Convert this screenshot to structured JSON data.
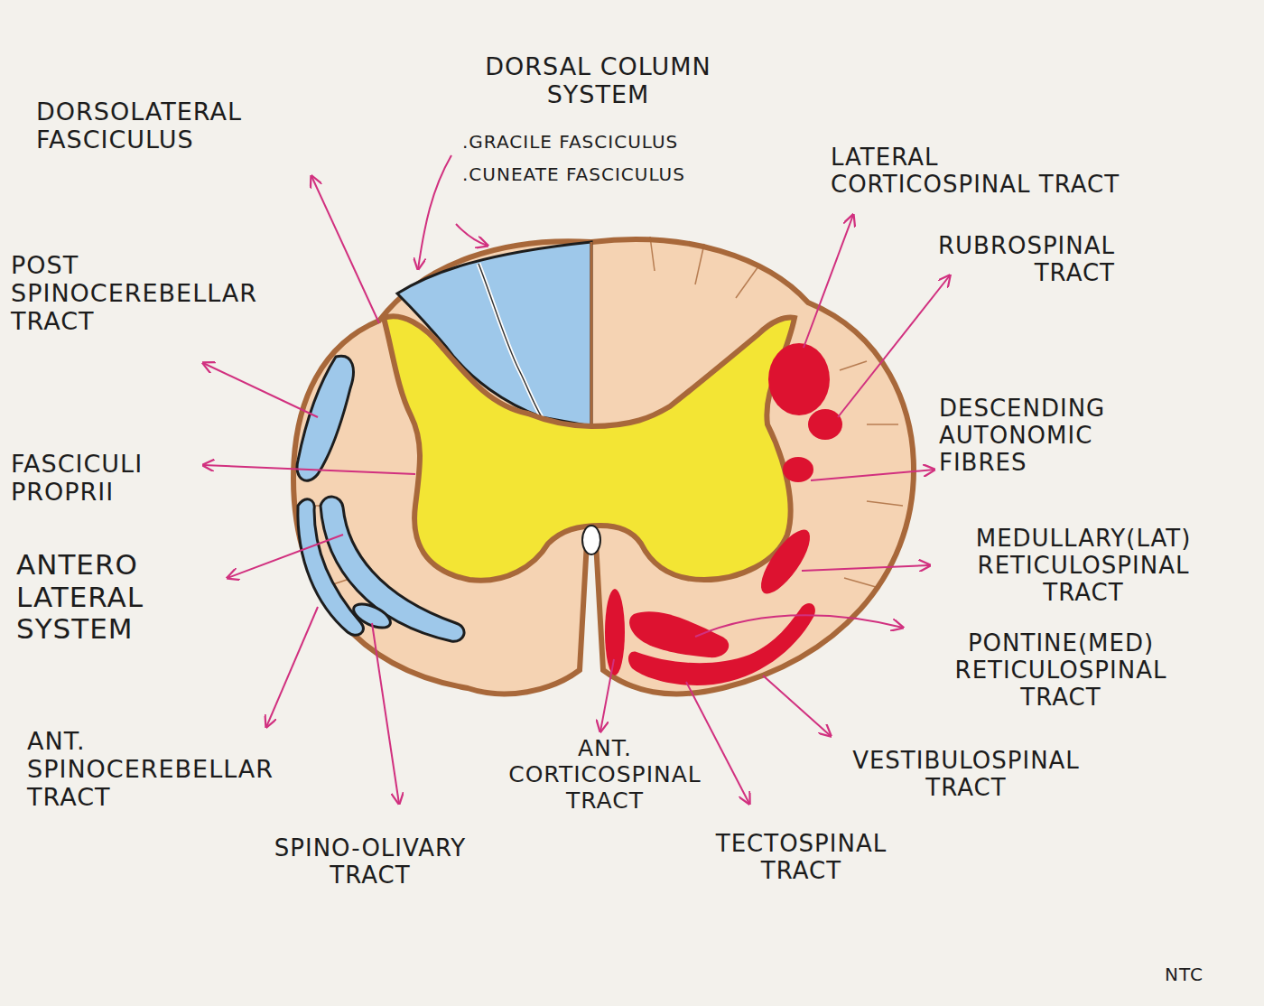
{
  "diagram": {
    "labels": [
      "DORSOLATERAL FASCICULUS",
      "DORSAL COLUMN SYSTEM",
      ".GRACILE FASCICULUS",
      ".CUNEATE FASCICULUS",
      "LATERAL CORTICOSPINAL TRACT",
      "POST SPINOCEREBELLAR TRACT",
      "RUBROSPINAL TRACT",
      "DESCENDING AUTONOMIC FIBRES",
      "FASCICULI PROPRII",
      "MEDULLARY(LAT) RETICULOSPINAL TRACT",
      "ANTERO LATERAL SYSTEM",
      "PONTINE(MED) RETICULOSPINAL TRACT",
      "ANT. SPINOCEREBELLAR TRACT",
      "ANT. CORTICOSPINAL TRACT",
      "VESTIBULOSPINAL TRACT",
      "SPINO-OLIVARY TRACT",
      "TECTOSPINAL TRACT",
      "NTC"
    ]
  }
}
